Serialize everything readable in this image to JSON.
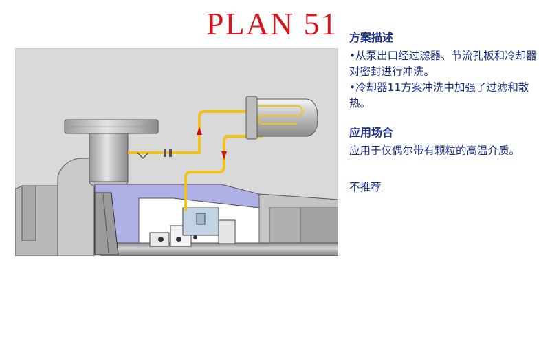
{
  "title": "PLAN 51",
  "panel": {
    "section1_heading": "方案描述",
    "bullets": [
      "•从泵出口经过滤器、节流孔板和冷却器对密封进行冲洗。",
      "•冷却器11方案冲洗中加强了过滤和散热。"
    ],
    "section2_heading": "应用场合",
    "application_text": "应用于仅偶尔带有颗粒的高温介质。",
    "recommendation": "不推荐"
  },
  "colors": {
    "title": "#d8141c",
    "text": "#1a2f8a",
    "flush_line": "#f2c21b",
    "flow_arrow": "#c8141c"
  }
}
